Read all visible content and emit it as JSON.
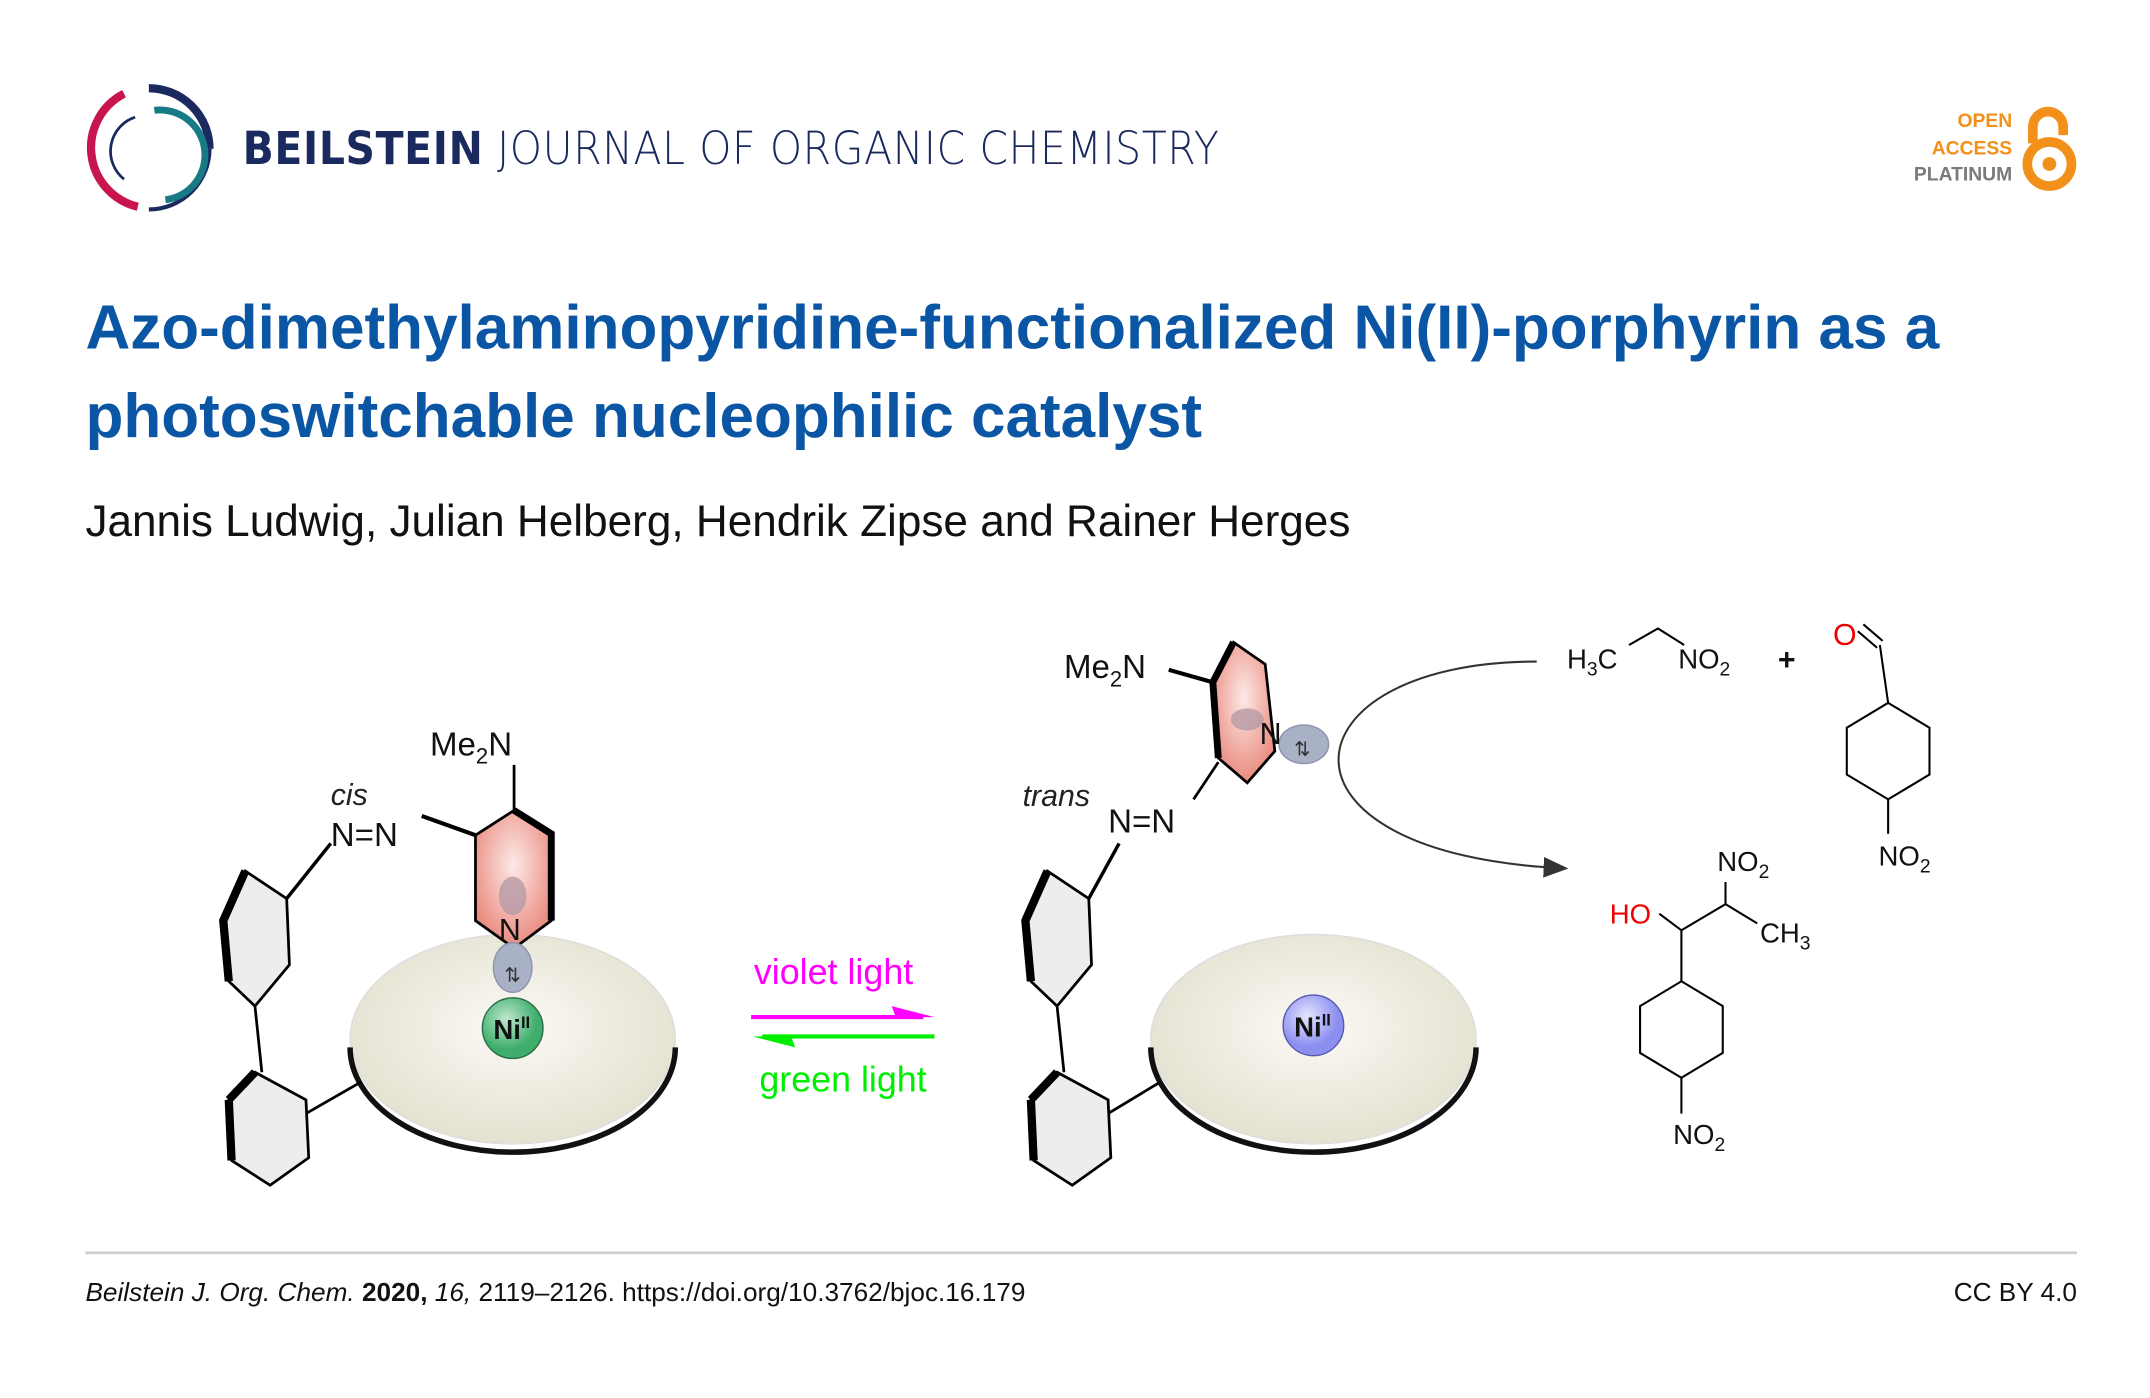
{
  "header": {
    "journal_bold": "BEILSTEIN",
    "journal_rest": "JOURNAL OF ORGANIC CHEMISTRY",
    "open_access": [
      "OPEN",
      "ACCESS",
      "PLATINUM"
    ]
  },
  "article": {
    "title": "Azo-dimethylaminopyridine-functionalized Ni(II)-porphyrin as a photoswitchable nucleophilic catalyst",
    "authors": "Jannis Ludwig, Julian Helberg, Hendrik Zipse and Rainer Herges"
  },
  "figure": {
    "left_isomer": "cis",
    "right_isomer": "trans",
    "me2n": {
      "a": "Me",
      "sub": "2",
      "b": "N"
    },
    "n": "N",
    "nitrogen_pair": "N=N",
    "ni": {
      "base": "Ni",
      "sup": "II"
    },
    "forward_label": "violet light",
    "reverse_label": "green light",
    "forward_color": "#ff00ff",
    "reverse_color": "#00ee00",
    "reactant1": {
      "a": "H",
      "sub1": "3",
      "b": "C",
      "c": "NO",
      "sub2": "2"
    },
    "plus": "+",
    "aldehyde_o": "O",
    "no2": {
      "a": "NO",
      "sub": "2"
    },
    "product_ho": "HO",
    "product_ch3": {
      "a": "CH",
      "sub": "3"
    }
  },
  "footer": {
    "journal_abbrev": "Beilstein J. Org. Chem.",
    "year": "2020,",
    "volume": "16,",
    "pages_doi": "2119–2126. https://doi.org/10.3762/bjoc.16.179",
    "license": "CC BY 4.0"
  }
}
